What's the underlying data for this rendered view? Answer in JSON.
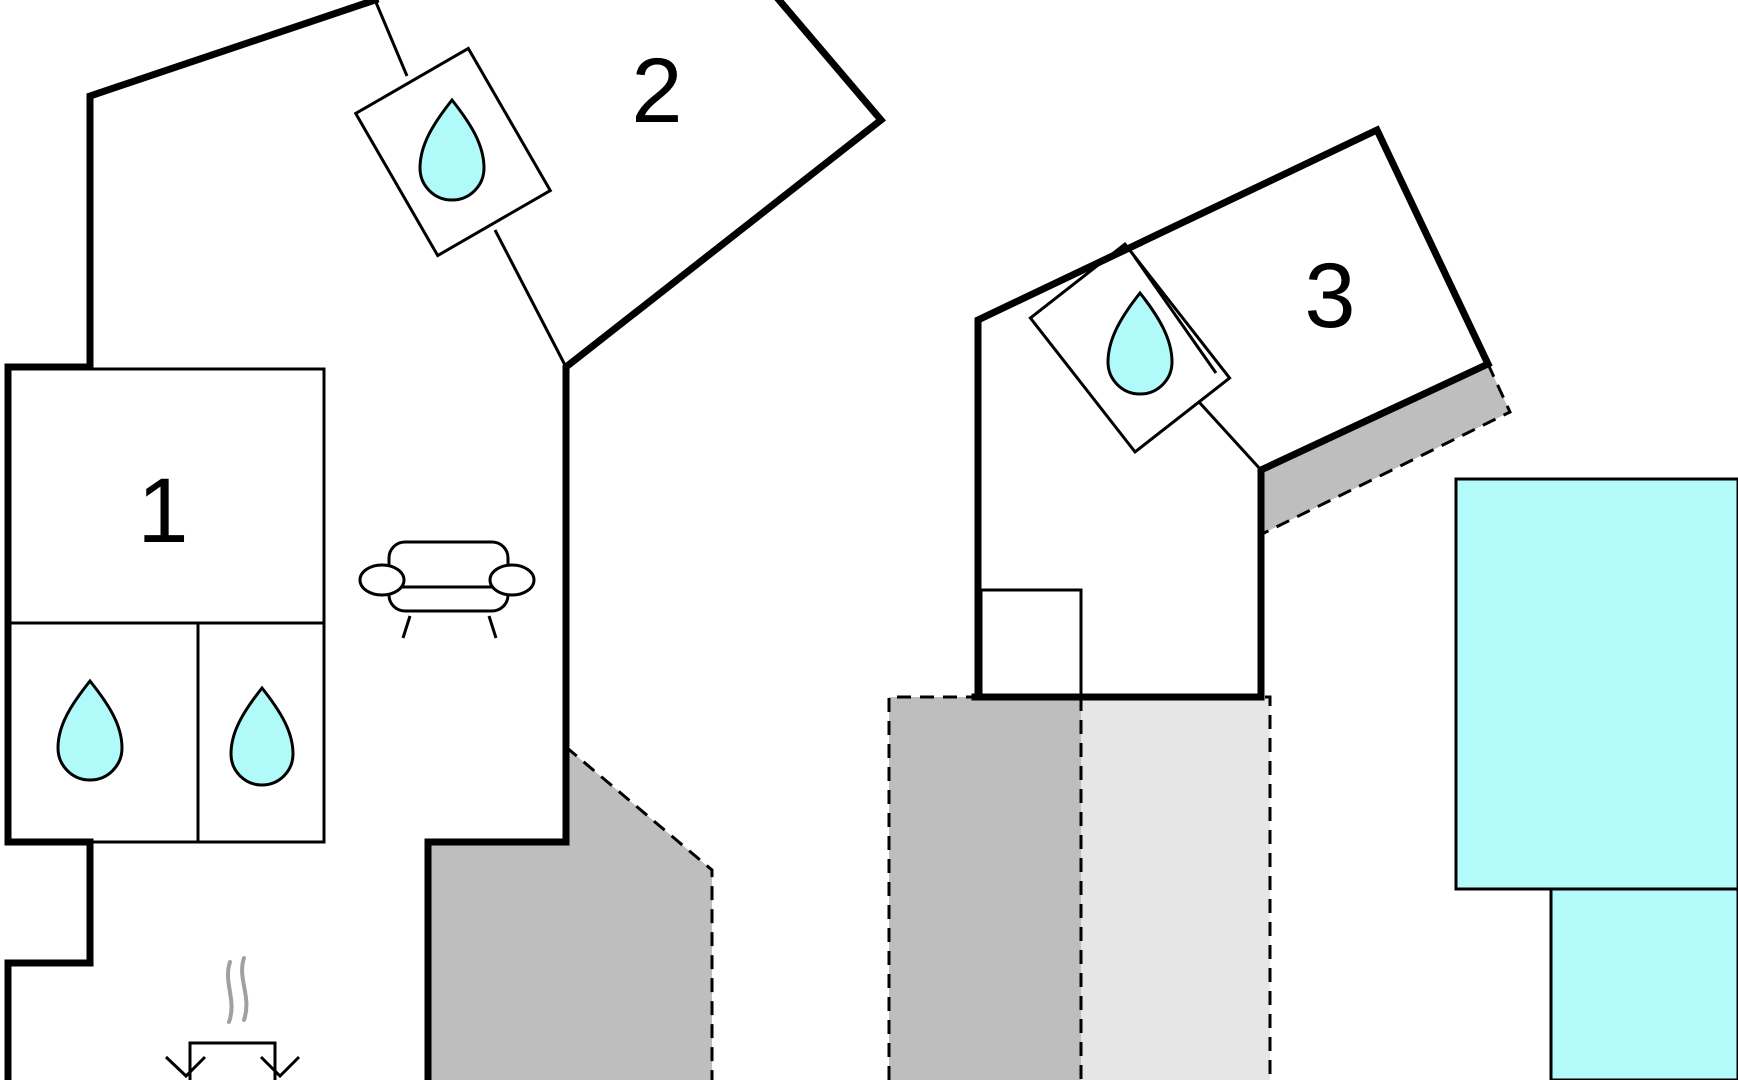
{
  "plan": {
    "rooms": [
      {
        "label": "1"
      },
      {
        "label": "2"
      },
      {
        "label": "3"
      }
    ],
    "colors": {
      "wall": "#000000",
      "water_fill": "#b0fafa",
      "terrace_dark": "#bebebe",
      "terrace_light": "#e6e6e6",
      "pool": "#b4fcfc",
      "steam": "#a0a0a0"
    },
    "icons": [
      "water-drop-icon",
      "sofa-icon",
      "stove-icon",
      "steam-icon"
    ]
  }
}
